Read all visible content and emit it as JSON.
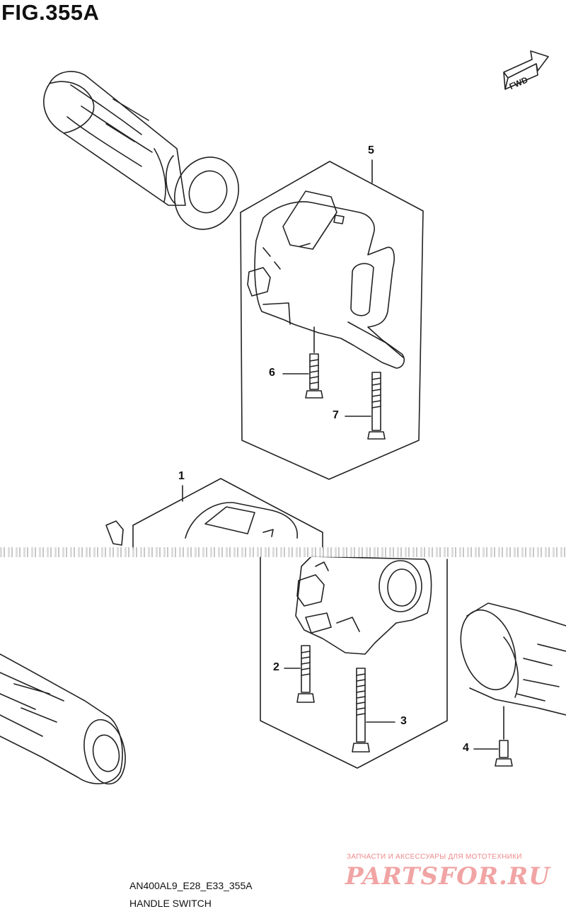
{
  "figure": {
    "title": "FIG.355A",
    "fwd_label": "FWD"
  },
  "callouts": [
    {
      "id": "part-1",
      "label": "1"
    },
    {
      "id": "part-2",
      "label": "2"
    },
    {
      "id": "part-3",
      "label": "3"
    },
    {
      "id": "part-4",
      "label": "4"
    },
    {
      "id": "part-5",
      "label": "5"
    },
    {
      "id": "part-6",
      "label": "6"
    },
    {
      "id": "part-7",
      "label": "7"
    }
  ],
  "caption": {
    "code": "AN400AL9_E28_E33_355A",
    "name": "HANDLE SWITCH"
  },
  "watermark": {
    "tagline": "ЗАПЧАСТИ И АКСЕССУАРЫ ДЛЯ МОТОТЕХНИКИ",
    "logo": "PARTSFOR.RU"
  },
  "colors": {
    "line": "#222222",
    "watermark": "#ef8a8a"
  }
}
